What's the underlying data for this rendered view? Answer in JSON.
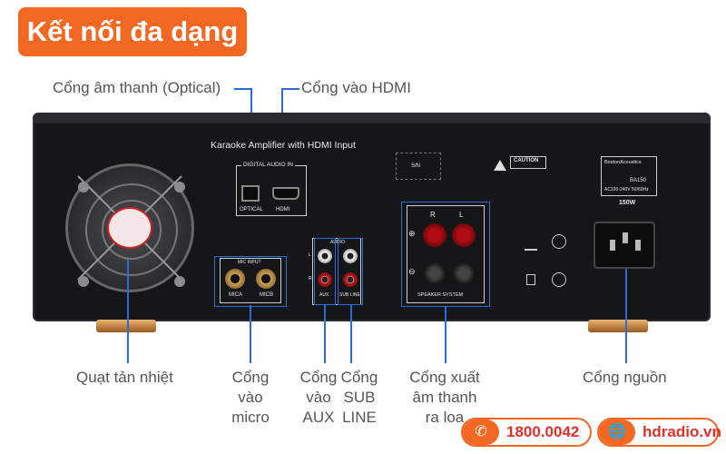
{
  "title": "Kết nối đa dạng",
  "device": {
    "model_header": "Karaoke Amplifier with HDMI Input",
    "digital_audio_in": "DIGITAL AUDIO IN",
    "optical": "OPTICAL",
    "hdmi": "HDMI",
    "sn": "S/N",
    "caution": "CAUTION",
    "brand": "BostonAcoustics",
    "model": "BA150",
    "power_spec": "AC220-240V 50/60Hz",
    "wattage": "150W",
    "mic_input": "MIC INPUT",
    "mic_a": "MICA",
    "mic_b": "MICB",
    "audio": "AUDIO",
    "aux": "AUX",
    "sub_line": "SUB LINE",
    "speaker_system": "SPEAKER SYSTEM",
    "ch_r": "R",
    "ch_l": "L",
    "plus": "⊕",
    "minus": "⊖",
    "jack_l": "L",
    "jack_r": "R"
  },
  "callouts": {
    "optical": "Cổng âm thanh (Optical)",
    "hdmi": "Cổng vào HDMI",
    "fan": "Quạt tản nhiệt",
    "micro": [
      "Cổng",
      "vào",
      "micro"
    ],
    "aux": [
      "Cổng",
      "vào",
      "AUX"
    ],
    "sub": [
      "Cổng",
      "SUB",
      "LINE"
    ],
    "speaker": [
      "Cổng xuất",
      "âm thanh",
      "ra loa"
    ],
    "power": "Cổng nguồn"
  },
  "contact": {
    "phone": "1800.0042",
    "website": "hdradio.vn",
    "phone_icon": "phone-icon",
    "web_icon": "globe-icon"
  },
  "colors": {
    "accent": "#f26722",
    "leader": "#2b6cd6",
    "panel": "#151618"
  }
}
